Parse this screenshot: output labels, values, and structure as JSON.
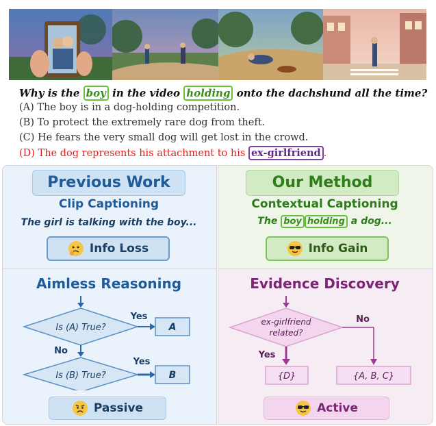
{
  "question": {
    "pre": "Why is the",
    "w1": "boy",
    "mid1": "in the video",
    "w2": "holding",
    "post": "onto the dachshund all the time?"
  },
  "options": {
    "a": "(A) The boy is in a dog-holding competition.",
    "b": "(B) To protect the extremely rare dog from theft.",
    "c": "(C) He fears the very small dog will get lost in the crowd.",
    "d_pre": "(D) The dog represents his attachment to his",
    "d_word": "ex-girlfriend",
    "d_post": "."
  },
  "left_top": {
    "tag": "Previous Work",
    "subtitle": "Clip Captioning",
    "caption": "The girl is talking with the boy...",
    "pill": "Info Loss"
  },
  "right_top": {
    "tag": "Our Method",
    "subtitle": "Contextual Captioning",
    "cap_pre": "The",
    "cap_w1": "boy",
    "cap_w2": "holding",
    "cap_post": "a dog...",
    "pill": "Info Gain"
  },
  "left_bottom": {
    "title": "Aimless Reasoning",
    "d1": "Is (A) True?",
    "d2": "Is (B) True?",
    "yes1": "Yes",
    "no1": "No",
    "yes2": "Yes",
    "box1": "A",
    "box2": "B",
    "pill": "Passive"
  },
  "right_bottom": {
    "title": "Evidence Discovery",
    "d1_line1": "ex-girlfriend",
    "d1_line2": "related?",
    "yes": "Yes",
    "no": "No",
    "box1": "{D}",
    "box2": "{A, B, C}",
    "pill": "Active"
  },
  "colors": {
    "blue_title": "#1f5b99",
    "green_title": "#2e7d1a",
    "purple_title": "#7a2672",
    "red": "#e02020"
  }
}
